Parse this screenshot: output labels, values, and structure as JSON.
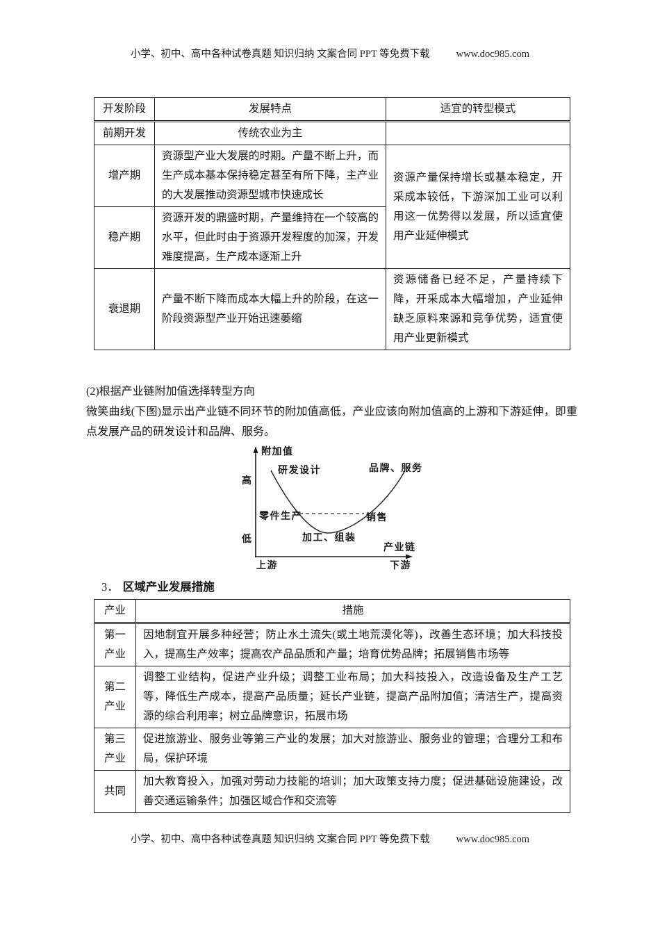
{
  "header": {
    "text": "小学、初中、高中各种试卷真题 知识归纳 文案合同 PPT 等免费下载",
    "url": "www.doc985.com"
  },
  "footer": {
    "text": "小学、初中、高中各种试卷真题 知识归纳 文案合同 PPT 等免费下载",
    "url": "www.doc985.com"
  },
  "transition_table": {
    "headers": {
      "stage": "开发阶段",
      "feature": "发展特点",
      "mode": "适宜的转型模式"
    },
    "rows": {
      "early": {
        "stage": "前期开发",
        "feature": "传统农业为主",
        "mode": ""
      },
      "growth": {
        "stage": "增产期",
        "feature": "资源型产业大发展的时期。产量不断上升，而生产成本基本保持稳定甚至有所下降，主产业的大发展推动资源型城市快速成长"
      },
      "growth_stable_mode": "资源产量保持增长或基本稳定，开采成本较低，下游深加工业可以利用这一优势得以发展，所以适宜使用产业延伸模式",
      "stable": {
        "stage": "稳产期",
        "feature": "资源开发的鼎盛时期，产量维持在一个较高的水平，但此时由于资源开发程度的加深，开发难度提高，生产成本逐渐上升"
      },
      "decline": {
        "stage": "衰退期",
        "feature": "产量不断下降而成本大幅上升的阶段，在这一阶段资源型产业开始迅速萎缩",
        "mode": "资源储备已经不足，产量持续下降，开采成本大幅增加，产业延伸缺乏原料来源和竞争优势，适宜使用产业更新模式"
      }
    }
  },
  "section2": {
    "heading": "(2)根据产业链附加值选择转型方向",
    "paragraph": "微笑曲线(下图)显示出产业链不同环节的附加值高低，产业应该向附加值高的上游和下游延伸，即重点发展产品的研发设计和品牌、服务。"
  },
  "smile_chart": {
    "y_axis_label": "附加值",
    "y_high": "高",
    "y_low": "低",
    "x_axis_label": "产业链",
    "x_left": "上游",
    "x_right": "下游",
    "point_rd": "研发设计",
    "point_brand": "品牌、服务",
    "point_parts": "零件生产",
    "point_sales": "销售",
    "point_assembly": "加工、组装"
  },
  "section3": {
    "number": "3．",
    "title": "区域产业发展措施"
  },
  "measures_table": {
    "headers": {
      "industry": "产业",
      "measures": "措施"
    },
    "rows": [
      {
        "industry": "第一产业",
        "measures": "因地制宜开展多种经营；防止水土流失(或土地荒漠化等)，改善生态环境；加大科技投入，提高生产效率；提高农产品品质和产量；培育优势品牌；拓展销售市场等"
      },
      {
        "industry": "第二产业",
        "measures": "调整工业结构，促进产业升级；调整工业布局；加大科技投入，改造设备及生产工艺等，降低生产成本，提高产品质量；延长产业链，提高产品附加值；清洁生产，提高资源的综合利用率；树立品牌意识，拓展市场"
      },
      {
        "industry": "第三产业",
        "measures": "促进旅游业、服务业等第三产业的发展；加大对旅游业、服务业的管理；合理分工和布局，保护环境"
      },
      {
        "industry": "共同",
        "measures": "加大教育投入，加强对劳动力技能的培训；加大政策支持力度；促进基础设施建设，改善交通运输条件；加强区域合作和交流等"
      }
    ]
  }
}
